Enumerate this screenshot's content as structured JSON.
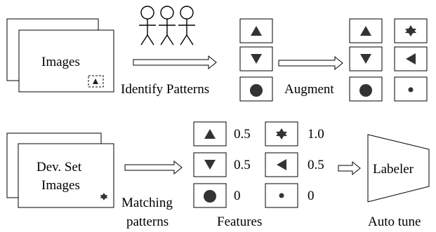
{
  "top": {
    "images_label": "Images",
    "identify_label": "Identify Patterns",
    "augment_label": "Augment"
  },
  "bottom": {
    "devset_line1": "Dev. Set",
    "devset_line2": "Images",
    "matching_line1": "Matching",
    "matching_line2": "patterns",
    "features_label": "Features",
    "labeler_label": "Labeler",
    "autotune_label": "Auto tune"
  },
  "feature_values": {
    "triangle_up": "0.5",
    "star": "1.0",
    "triangle_down": "0.5",
    "triangle_left": "0.5",
    "big_circle": "0",
    "small_dot": "0"
  },
  "icons": [
    "stick-figure-icon",
    "triangle-up-icon",
    "triangle-down-icon",
    "circle-icon",
    "star-icon",
    "triangle-left-icon",
    "dot-icon",
    "arrow-right-icon"
  ]
}
